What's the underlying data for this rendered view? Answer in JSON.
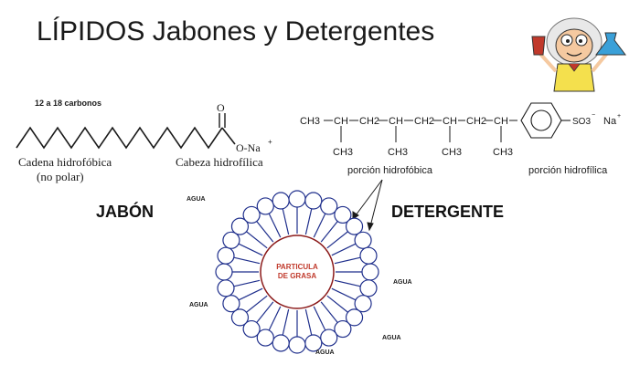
{
  "title": "LÍPIDOS Jabones y Detergentes",
  "soap": {
    "carbon_range": "12 a 18 carbonos",
    "oxygen_top": "O",
    "ionic_group": "O-Na",
    "ionic_charge": "+",
    "tail_label": "Cadena hidrofóbica",
    "tail_sublabel": "(no polar)",
    "head_label": "Cabeza hidrofílica",
    "heading": "JABÓN"
  },
  "detergent": {
    "chain": [
      "CH3",
      "CH",
      "CH2",
      "CH",
      "CH2",
      "CH",
      "CH2",
      "CH"
    ],
    "branches": [
      "CH3",
      "CH3",
      "CH3",
      "CH3"
    ],
    "sulfonate": "SO3",
    "sulfonate_charge": "−",
    "counter_ion": "Na",
    "counter_charge": "+",
    "hydrophobic_label": "porción hidrofóbica",
    "hydrophilic_label": "porción hidrofílica",
    "heading": "DETERGENTE"
  },
  "micelle": {
    "core_line1": "PARTICULA",
    "core_line2": "DE GRASA",
    "water_labels": [
      "AGUA",
      "AGUA",
      "AGUA",
      "AGUA",
      "AGUA"
    ]
  },
  "colors": {
    "ink": "#1a1a1a",
    "core_text": "#c0392b",
    "core_stroke": "#8b1a1a",
    "micelle_blue": "#1f2f8c"
  },
  "icons": [
    "scientist-cartoon-icon"
  ]
}
